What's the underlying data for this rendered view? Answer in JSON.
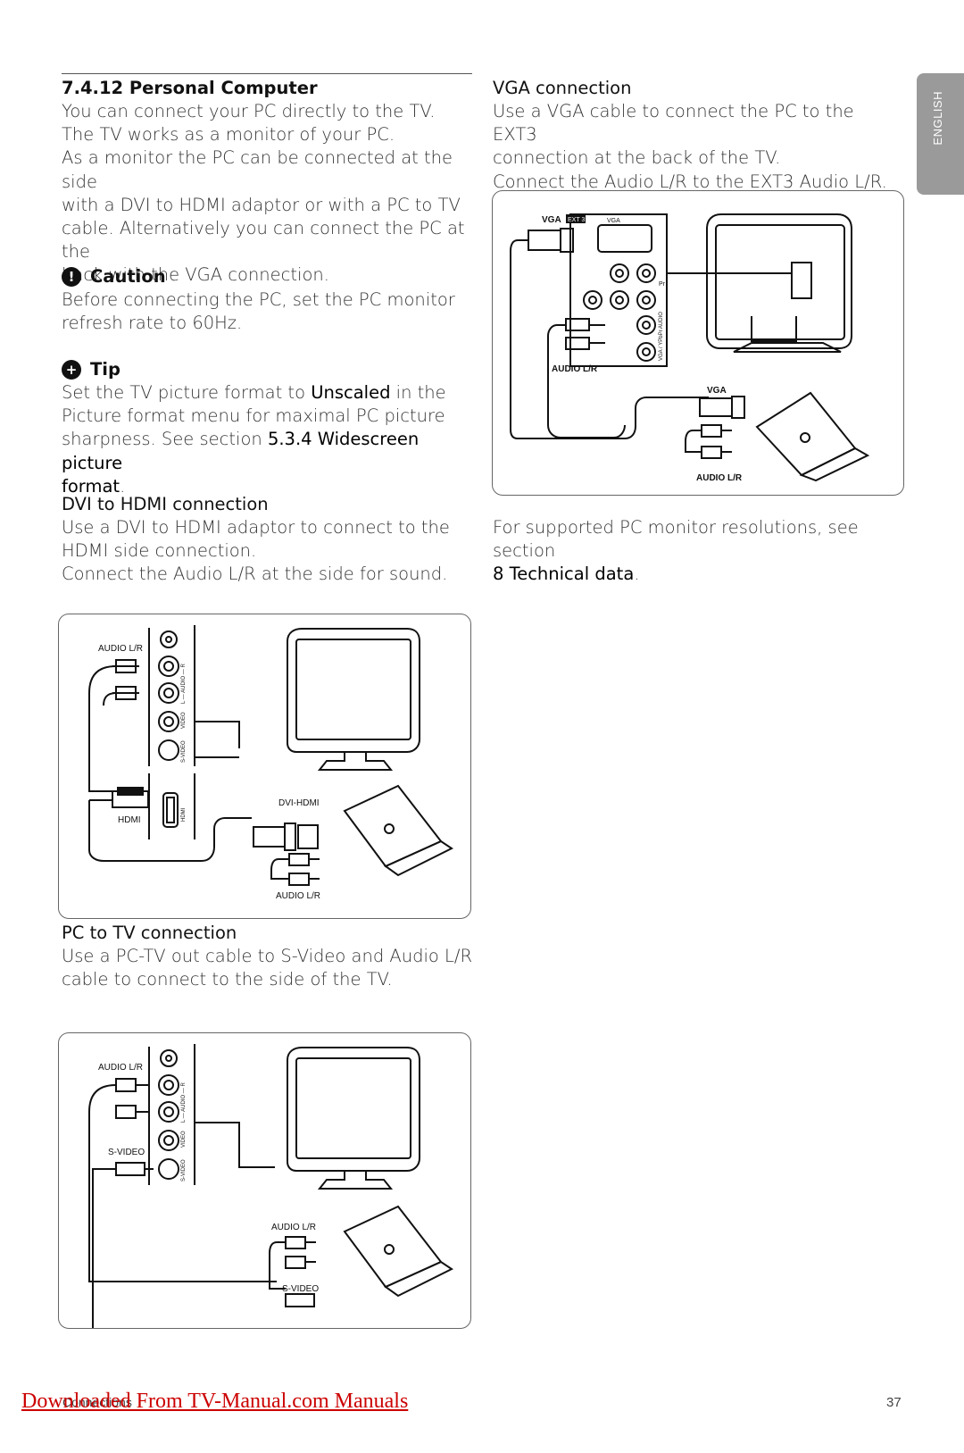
{
  "section": {
    "heading": "7.4.12  Personal Computer",
    "intro": [
      "You can connect your PC directly to the TV.",
      "The TV works as a monitor of your PC.",
      "As a monitor the PC can be connected at the side",
      "with a DVI to HDMI adaptor or with a PC to TV",
      "cable. Alternatively you can connect the PC at the",
      "back with the VGA connection."
    ]
  },
  "caution": {
    "icon": "exclamation-icon",
    "title": "Caution",
    "lines": [
      "Before connecting the PC, set the PC monitor",
      "refresh rate to 60Hz."
    ]
  },
  "tip": {
    "icon": "plus-icon",
    "title": "Tip",
    "line1_pre": "Set the TV picture format to ",
    "line1_ref": "Unscaled",
    "line1_post": " in the",
    "line2": "Picture format menu for maximal PC picture",
    "line3_pre": "sharpness. See section ",
    "line3_ref": "5.3.4 Widescreen picture",
    "line4_ref": "format",
    "line4_post": "."
  },
  "dvi": {
    "title": "DVI to HDMI connection",
    "lines": [
      "Use a DVI to HDMI adaptor to connect to the",
      "HDMI side connection.",
      "Connect the Audio L/R at the side for sound."
    ],
    "labels": {
      "audio_lr": "AUDIO L/R",
      "hdmi": "HDMI",
      "dvi_hdmi": "DVI-HDMI",
      "audio_lr_bottom": "AUDIO L/R",
      "audio_vert": "L — AUDIO — R",
      "video_vert": "VIDEO",
      "svideo_vert": "S-VIDEO",
      "hdmi_vert": "HDMI"
    }
  },
  "pctv": {
    "title": "PC to TV connection",
    "lines": [
      "Use a PC-TV out cable to S-Video and Audio L/R",
      "cable to connect to the side of the TV."
    ],
    "labels": {
      "audio_lr": "AUDIO L/R",
      "svideo": "S-VIDEO",
      "audio_lr_bottom": "AUDIO L/R",
      "svideo_bottom": "S-VIDEO",
      "audio_vert": "L — AUDIO — R",
      "video_vert": "VIDEO",
      "svideo_vert": "S-VIDEO"
    }
  },
  "vga": {
    "title": "VGA connection",
    "lines": [
      "Use a VGA cable to connect the PC to the EXT3",
      "connection at the back of the TV.",
      "Connect the Audio L/R to the EXT3 Audio L/R."
    ],
    "labels": {
      "vga": "VGA",
      "ext3": "EXT 3",
      "vga_small": "VGA",
      "audio_lr": "AUDIO L/R",
      "vga_right": "VGA",
      "audio_lr_bottom": "AUDIO L/R",
      "vert": "VGA / YPbPr  AUDIO",
      "pr": "Pr"
    }
  },
  "resolutions": {
    "line1": "For supported PC monitor resolutions, see section",
    "ref": "8 Technical data",
    "post": "."
  },
  "sidebar": {
    "language": "ENGLISH"
  },
  "footer": {
    "download_link": "Downloaded From TV-Manual.com Manuals",
    "section_name": "Connections",
    "page_number": "37"
  }
}
